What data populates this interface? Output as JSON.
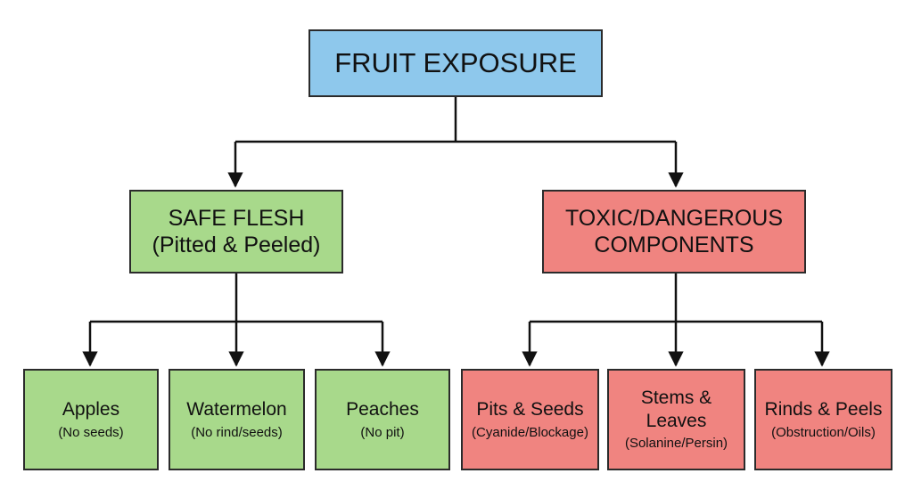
{
  "root": {
    "label": "FRUIT EXPOSURE",
    "color": "#8ec8ec"
  },
  "categories": [
    {
      "label_line1": "SAFE FLESH",
      "label_line2": "(Pitted & Peeled)",
      "color": "#a8d98b"
    },
    {
      "label_line1": "TOXIC/DANGEROUS",
      "label_line2": "COMPONENTS",
      "color": "#f08480"
    }
  ],
  "leaves": [
    {
      "title": "Apples",
      "subtitle": "(No seeds)",
      "category": "safe"
    },
    {
      "title": "Watermelon",
      "subtitle": "(No rind/seeds)",
      "category": "safe"
    },
    {
      "title": "Peaches",
      "subtitle": "(No pit)",
      "category": "safe"
    },
    {
      "title": "Pits & Seeds",
      "subtitle": "(Cyanide/Blockage)",
      "category": "toxic"
    },
    {
      "title_line1": "Stems &",
      "title_line2": "Leaves",
      "subtitle": "(Solanine/Persin)",
      "category": "toxic"
    },
    {
      "title": "Rinds & Peels",
      "subtitle": "(Obstruction/Oils)",
      "category": "toxic"
    }
  ]
}
